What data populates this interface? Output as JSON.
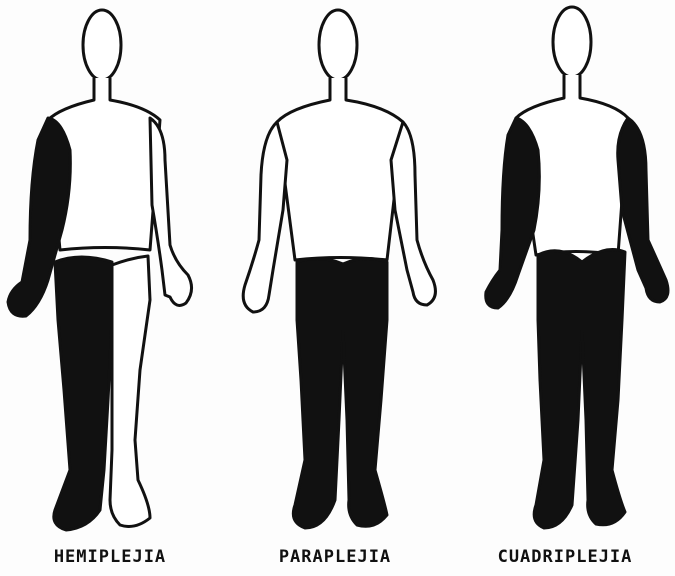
{
  "figures": [
    {
      "label": "HEMIPLEJIA",
      "affected": [
        "left-arm",
        "left-leg"
      ]
    },
    {
      "label": "PARAPLEJIA",
      "affected": [
        "left-leg",
        "right-leg"
      ]
    },
    {
      "label": "CUADRIPLEJIA",
      "affected": [
        "left-arm",
        "right-arm",
        "left-leg",
        "right-leg"
      ]
    }
  ],
  "colors": {
    "ink": "#111111",
    "paper": "#fdfdfd"
  }
}
